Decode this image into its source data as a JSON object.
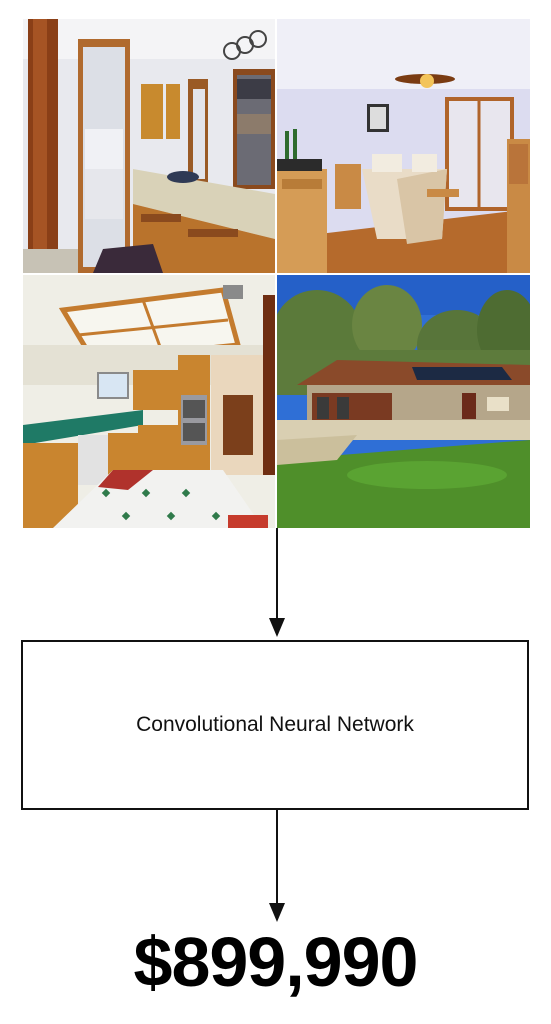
{
  "photos": [
    {
      "scene": "bathroom"
    },
    {
      "scene": "bedroom"
    },
    {
      "scene": "kitchen"
    },
    {
      "scene": "house-exterior"
    }
  ],
  "model": {
    "label": "Convolutional Neural Network"
  },
  "output": {
    "price": "$899,990"
  },
  "colors": {
    "wood": "#b9732c",
    "grass": "#4f8f2a",
    "sky": "#2f6fd6",
    "line": "#111111"
  }
}
